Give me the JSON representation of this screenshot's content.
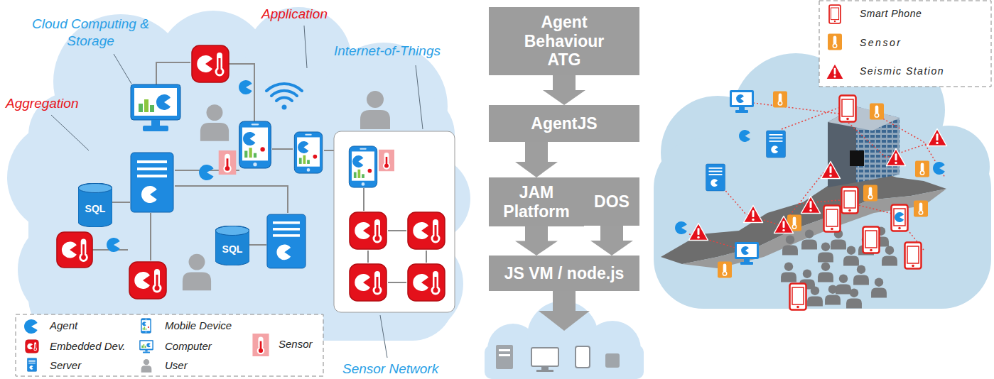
{
  "diagram": {
    "nodes": [
      {
        "text": [
          "SQL"
        ]
      },
      {
        "text": [
          "SQL"
        ]
      },
      {
        "text": [
          "Agent Behaviour ATG"
        ]
      },
      {
        "text": [
          "AgentJS"
        ]
      },
      {
        "text": [
          "JAM Platform"
        ]
      },
      {
        "text": [
          "DOS"
        ]
      },
      {
        "text": [
          "JS VM / node.js"
        ]
      }
    ],
    "edges": [
      {
        "from": 2,
        "to": 3,
        "arrow": "to"
      },
      {
        "from": 3,
        "to": 4,
        "arrow": "to"
      },
      {
        "from": 4,
        "to": 6,
        "arrow": "to"
      },
      {
        "from": 5,
        "to": 6,
        "arrow": "to"
      }
    ],
    "labels": [
      "Cloud Computing & Storage",
      "Application",
      "Internet-of-Things",
      "Aggregation",
      "Sensor Network"
    ],
    "legend": [
      {
        "text": "Agent"
      },
      {
        "text": "Embedded Dev."
      },
      {
        "text": "Server"
      },
      {
        "text": "Mobile Device"
      },
      {
        "text": "Computer"
      },
      {
        "text": "User"
      },
      {
        "text": "Sensor"
      },
      {
        "text": "Smart Phone"
      },
      {
        "text": "Sensor"
      },
      {
        "text": "Seismic Station"
      }
    ]
  }
}
